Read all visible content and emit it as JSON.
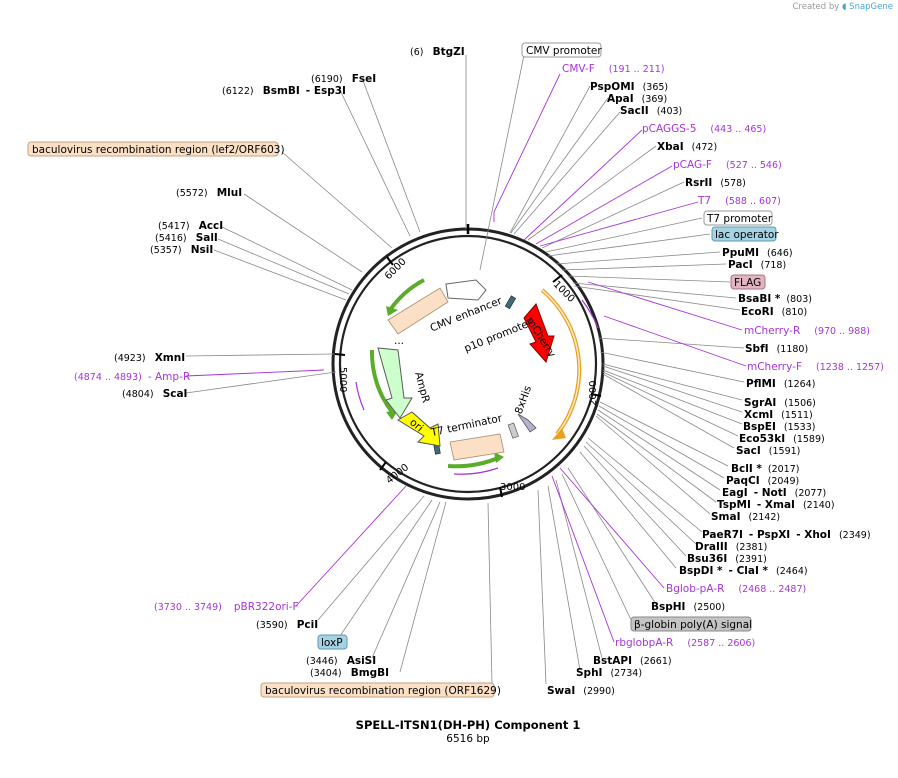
{
  "credit": {
    "prefix": "Created by",
    "brand": "SnapGene"
  },
  "plasmid": {
    "name": "SPELL-ITSN1(DH-PH) Component 1",
    "length_label": "6516 bp",
    "length": 6516
  },
  "ticks": [
    "1000",
    "2000",
    "3000",
    "4000",
    "5000",
    "6000"
  ],
  "enzymes": [
    {
      "name": "BtgZI",
      "pos": "(6)"
    },
    {
      "name": "FseI",
      "pos": "(6190)"
    },
    {
      "name": "BsmBI",
      "pos": "(6122)",
      "extra": "Esp3I"
    },
    {
      "name": "MluI",
      "pos": "(5572)"
    },
    {
      "name": "AccI",
      "pos": "(5417)"
    },
    {
      "name": "SalI",
      "pos": "(5416)"
    },
    {
      "name": "NsiI",
      "pos": "(5357)"
    },
    {
      "name": "XmnI",
      "pos": "(4923)"
    },
    {
      "name": "ScaI",
      "pos": "(4804)"
    },
    {
      "name": "PciI",
      "pos": "(3590)"
    },
    {
      "name": "AsiSI",
      "pos": "(3446)"
    },
    {
      "name": "BmgBI",
      "pos": "(3404)"
    },
    {
      "name": "PspOMI",
      "pos": "(365)"
    },
    {
      "name": "ApaI",
      "pos": "(369)"
    },
    {
      "name": "SacII",
      "pos": "(403)"
    },
    {
      "name": "XbaI",
      "pos": "(472)"
    },
    {
      "name": "RsrII",
      "pos": "(578)"
    },
    {
      "name": "PpuMI",
      "pos": "(646)"
    },
    {
      "name": "PacI",
      "pos": "(718)"
    },
    {
      "name": "BsaBI *",
      "pos": "(803)"
    },
    {
      "name": "EcoRI",
      "pos": "(810)"
    },
    {
      "name": "SbfI",
      "pos": "(1180)"
    },
    {
      "name": "PflMI",
      "pos": "(1264)"
    },
    {
      "name": "SgrAI",
      "pos": "(1506)"
    },
    {
      "name": "XcmI",
      "pos": "(1511)"
    },
    {
      "name": "BspEI",
      "pos": "(1533)"
    },
    {
      "name": "Eco53kI",
      "pos": "(1589)"
    },
    {
      "name": "SacI",
      "pos": "(1591)"
    },
    {
      "name": "BclI *",
      "pos": "(2017)"
    },
    {
      "name": "PaqCI",
      "pos": "(2049)"
    },
    {
      "name": "EagI",
      "pos": "(2077)",
      "extra": "NotI"
    },
    {
      "name": "TspMI",
      "pos": "(2140)",
      "extra": "XmaI"
    },
    {
      "name": "SmaI",
      "pos": "(2142)"
    },
    {
      "name": "PaeR7I",
      "pos": "(2349)",
      "extra": "PspXI",
      "extra2": "XhoI"
    },
    {
      "name": "DraIII",
      "pos": "(2381)"
    },
    {
      "name": "Bsu36I",
      "pos": "(2391)"
    },
    {
      "name": "BspDI *",
      "pos": "(2464)",
      "extra": "ClaI *"
    },
    {
      "name": "BspHI",
      "pos": "(2500)"
    },
    {
      "name": "BstAPI",
      "pos": "(2661)"
    },
    {
      "name": "SphI",
      "pos": "(2734)"
    },
    {
      "name": "SwaI",
      "pos": "(2990)"
    }
  ],
  "primers": [
    {
      "name": "CMV-F",
      "pos": "(191 .. 211)"
    },
    {
      "name": "pCAGGS-5",
      "pos": "(443 .. 465)"
    },
    {
      "name": "pCAG-F",
      "pos": "(527 .. 546)"
    },
    {
      "name": "T7",
      "pos": "(588 .. 607)"
    },
    {
      "name": "mCherry-R",
      "pos": "(970 .. 988)"
    },
    {
      "name": "mCherry-F",
      "pos": "(1238 .. 1257)"
    },
    {
      "name": "Bglob-pA-R",
      "pos": "(2468 .. 2487)"
    },
    {
      "name": "rbglobpA-R",
      "pos": "(2587 .. 2606)"
    },
    {
      "name": "Amp-R",
      "pos": "(4874 .. 4893)"
    },
    {
      "name": "pBR322ori-F",
      "pos": "(3730 .. 3749)"
    }
  ],
  "boxes": [
    {
      "label": "CMV promoter",
      "bg": "#ffffff",
      "border": "#9a9a9a"
    },
    {
      "label": "T7 promoter",
      "bg": "#ffffff",
      "border": "#9a9a9a"
    },
    {
      "label": "lac operator",
      "bg": "#a6d3e3",
      "border": "#5f9bb0"
    },
    {
      "label": "FLAG",
      "bg": "#e2b4c1",
      "border": "#a87584"
    },
    {
      "label": "β-globin poly(A) signal",
      "bg": "#c4c4c4",
      "border": "#8a8a8a"
    },
    {
      "label": "loxP",
      "bg": "#a6d3e3",
      "border": "#5f9bb0"
    },
    {
      "label": "baculovirus recombination region (lef2/ORF603)",
      "bg": "#fbe0c6",
      "border": "#c9a27e"
    },
    {
      "label": "baculovirus recombination region (ORF1629)",
      "bg": "#fbe0c6",
      "border": "#c9a27e"
    }
  ],
  "features": [
    {
      "label": "CMV enhancer"
    },
    {
      "label": "p10 promoter"
    },
    {
      "label": "mCherry"
    },
    {
      "label": "8xHis"
    },
    {
      "label": "T7 terminator"
    },
    {
      "label": "AmpR"
    },
    {
      "label": "ori"
    },
    {
      "label": "..."
    }
  ],
  "colors": {
    "mcherry": "#ff0000",
    "ampr": "#ccffcc",
    "ori": "#ffff00",
    "orange_arc": "#e8a020",
    "green_arc": "#5aac2a",
    "bacu": "#fbe0c6",
    "primer": "#a733d8"
  }
}
